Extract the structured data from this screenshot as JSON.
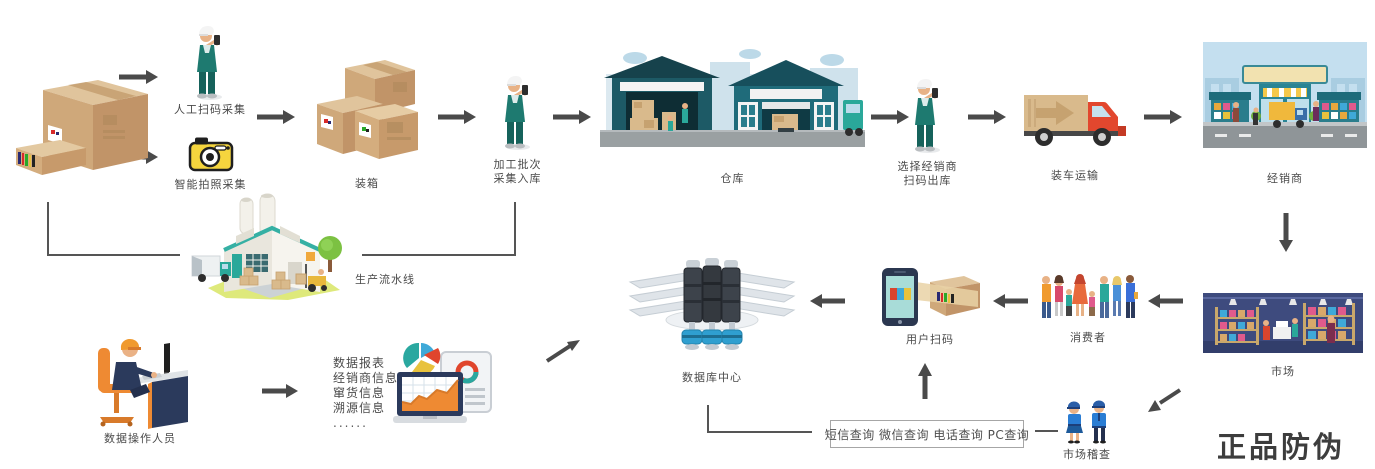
{
  "brand": {
    "title": "正品防伪"
  },
  "flow": {
    "manual_scan": "人工扫码采集",
    "photo_capture": "智能拍照采集",
    "packing": "装箱",
    "batch_inbound": [
      "加工批次",
      "采集入库"
    ],
    "warehouse": "仓库",
    "select_distributor": [
      "选择经销商",
      "扫码出库"
    ],
    "truck_transport": "装车运输",
    "distributor": "经销商",
    "market": "市场",
    "consumers": "消费者",
    "user_scan": "用户扫码",
    "database_center": "数据库中心",
    "production_line": "生产流水线",
    "data_operator": "数据操作人员",
    "market_inspection": "市场稽查"
  },
  "reports": {
    "lines": [
      "数据报表",
      "经销商信息",
      "窜货信息",
      "溯源信息",
      "......"
    ]
  },
  "query_channels": {
    "text": "短信查询 微信查询 电话查询 PC查询"
  },
  "colors": {
    "arrow": "#4a4a4a",
    "worker_teal": "#1e7a70",
    "warehouse_teal": "#1d5a66",
    "truck_red": "#e2472e",
    "carton_tan": "#cfa87a",
    "market_navy": "#3e4b7e",
    "police_blue": "#2a7dd4",
    "database_blue": "#2f9fd0",
    "factory_teal": "#35b0a4",
    "chart_orange": "#ee8a33"
  }
}
